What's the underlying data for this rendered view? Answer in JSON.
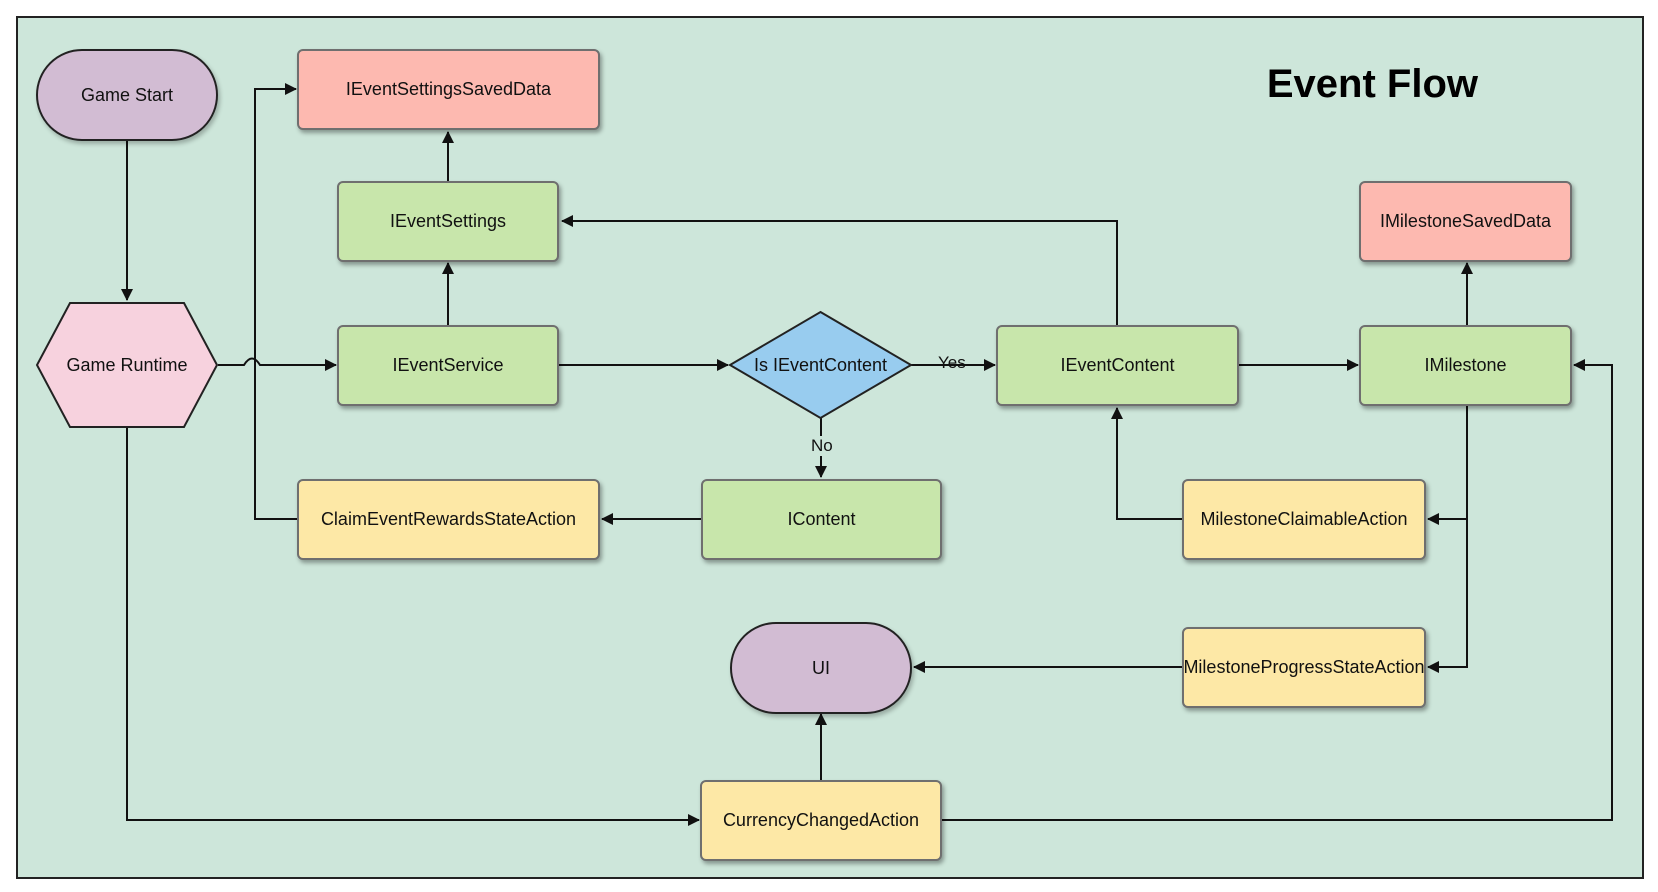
{
  "title": "Event Flow",
  "colors": {
    "background": "#cde6da",
    "terminal": "#d2bcd3",
    "process": "#c8e6ab",
    "saved_data": "#fdb9b0",
    "action": "#fde8a6",
    "decision": "#98ccef",
    "runtime": "#f7d2de"
  },
  "nodes": {
    "game_start": "Game Start",
    "game_runtime": "Game Runtime",
    "ievent_settings_saved_data": "IEventSettingsSavedData",
    "ievent_settings": "IEventSettings",
    "ievent_service": "IEventService",
    "is_ievent_content": "Is IEventContent",
    "ievent_content": "IEventContent",
    "imilestone_saved_data": "IMilestoneSavedData",
    "imilestone": "IMilestone",
    "claim_event_rewards_state_action": "ClaimEventRewardsStateAction",
    "icontent": "IContent",
    "milestone_claimable_action": "MilestoneClaimableAction",
    "milestone_progress_state_action": "MilestoneProgressStateAction",
    "ui": "UI",
    "currency_changed_action": "CurrencyChangedAction"
  },
  "edge_labels": {
    "yes": "Yes",
    "no": "No"
  }
}
